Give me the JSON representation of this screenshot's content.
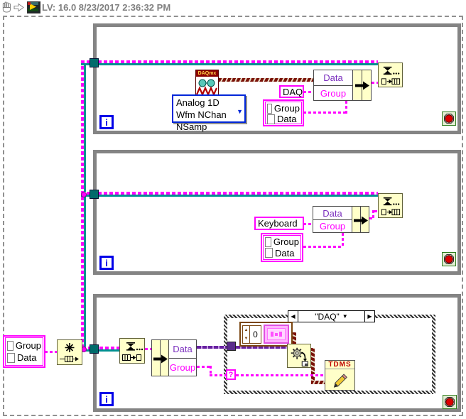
{
  "toolbar": {
    "title": "LV: 16.0 8/23/2017 2:36:32 PM"
  },
  "colors": {
    "magenta": "#ff00ff",
    "teal": "#009090",
    "variant_purple": "#66209f",
    "waveform_rope": "#7a1208",
    "loop_border": "#848484",
    "node_yellow": "#ffffc9",
    "terminal_blue": "#0000e8",
    "dropdown_blue": "#0026d8",
    "stop_red": "#dd0000",
    "tdms_red": "#c00000",
    "daqmx_maroon": "#8b0000"
  },
  "loop1": {
    "iteration": "i",
    "daqmx_read": {
      "header": "DAQmx"
    },
    "poly_selector": "Analog 1D Wfm NChan NSamp",
    "string_constant": "DAQ",
    "cluster": {
      "row1": "Group",
      "row2": "Data"
    },
    "bundle": {
      "row1": "Data",
      "row2": "Group"
    }
  },
  "loop2": {
    "iteration": "i",
    "string_constant": "Keyboard",
    "cluster": {
      "row1": "Group",
      "row2": "Data"
    },
    "bundle": {
      "row1": "Data",
      "row2": "Group"
    }
  },
  "loop3": {
    "iteration": "i",
    "unbundle": {
      "row1": "Data",
      "row2": "Group"
    },
    "case": {
      "selector": "\"DAQ\"",
      "array_index": "0",
      "tdms_header": "TDMS",
      "question_tunnel": "?"
    }
  },
  "outside": {
    "cluster": {
      "row1": "Group",
      "row2": "Data"
    }
  }
}
